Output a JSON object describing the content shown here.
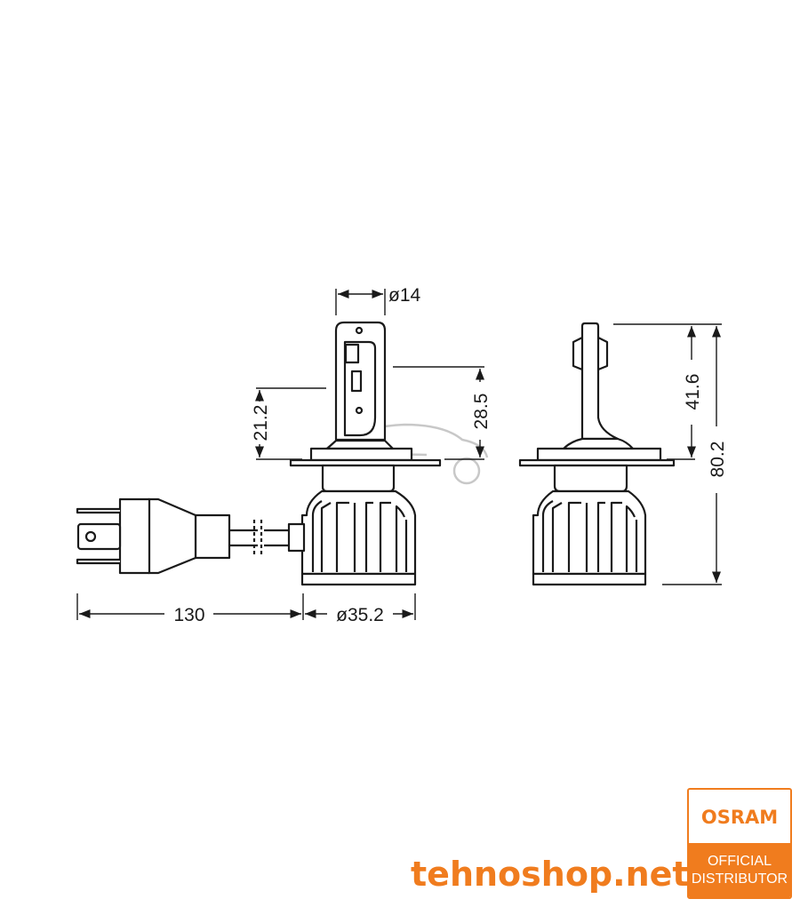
{
  "diagram": {
    "subject": "H4 LED headlight bulb dimensional drawing",
    "dimensions": {
      "stem_diameter": "ø14",
      "base_to_led_low": "21.2",
      "base_to_led_high": "28.5",
      "cable_length": "130",
      "heatsink_diameter": "ø35.2",
      "base_to_tip": "41.6",
      "total_height": "80.2"
    },
    "views": [
      "front-view-with-connector",
      "side-view"
    ],
    "watermark": "car-outline-watermark"
  },
  "branding": {
    "site": "tehnoshop.net",
    "badge_brand": "OSRAM",
    "badge_line1": "OFFICIAL",
    "badge_line2": "DISTRIBUTOR",
    "accent_color": "#f07c1e"
  }
}
